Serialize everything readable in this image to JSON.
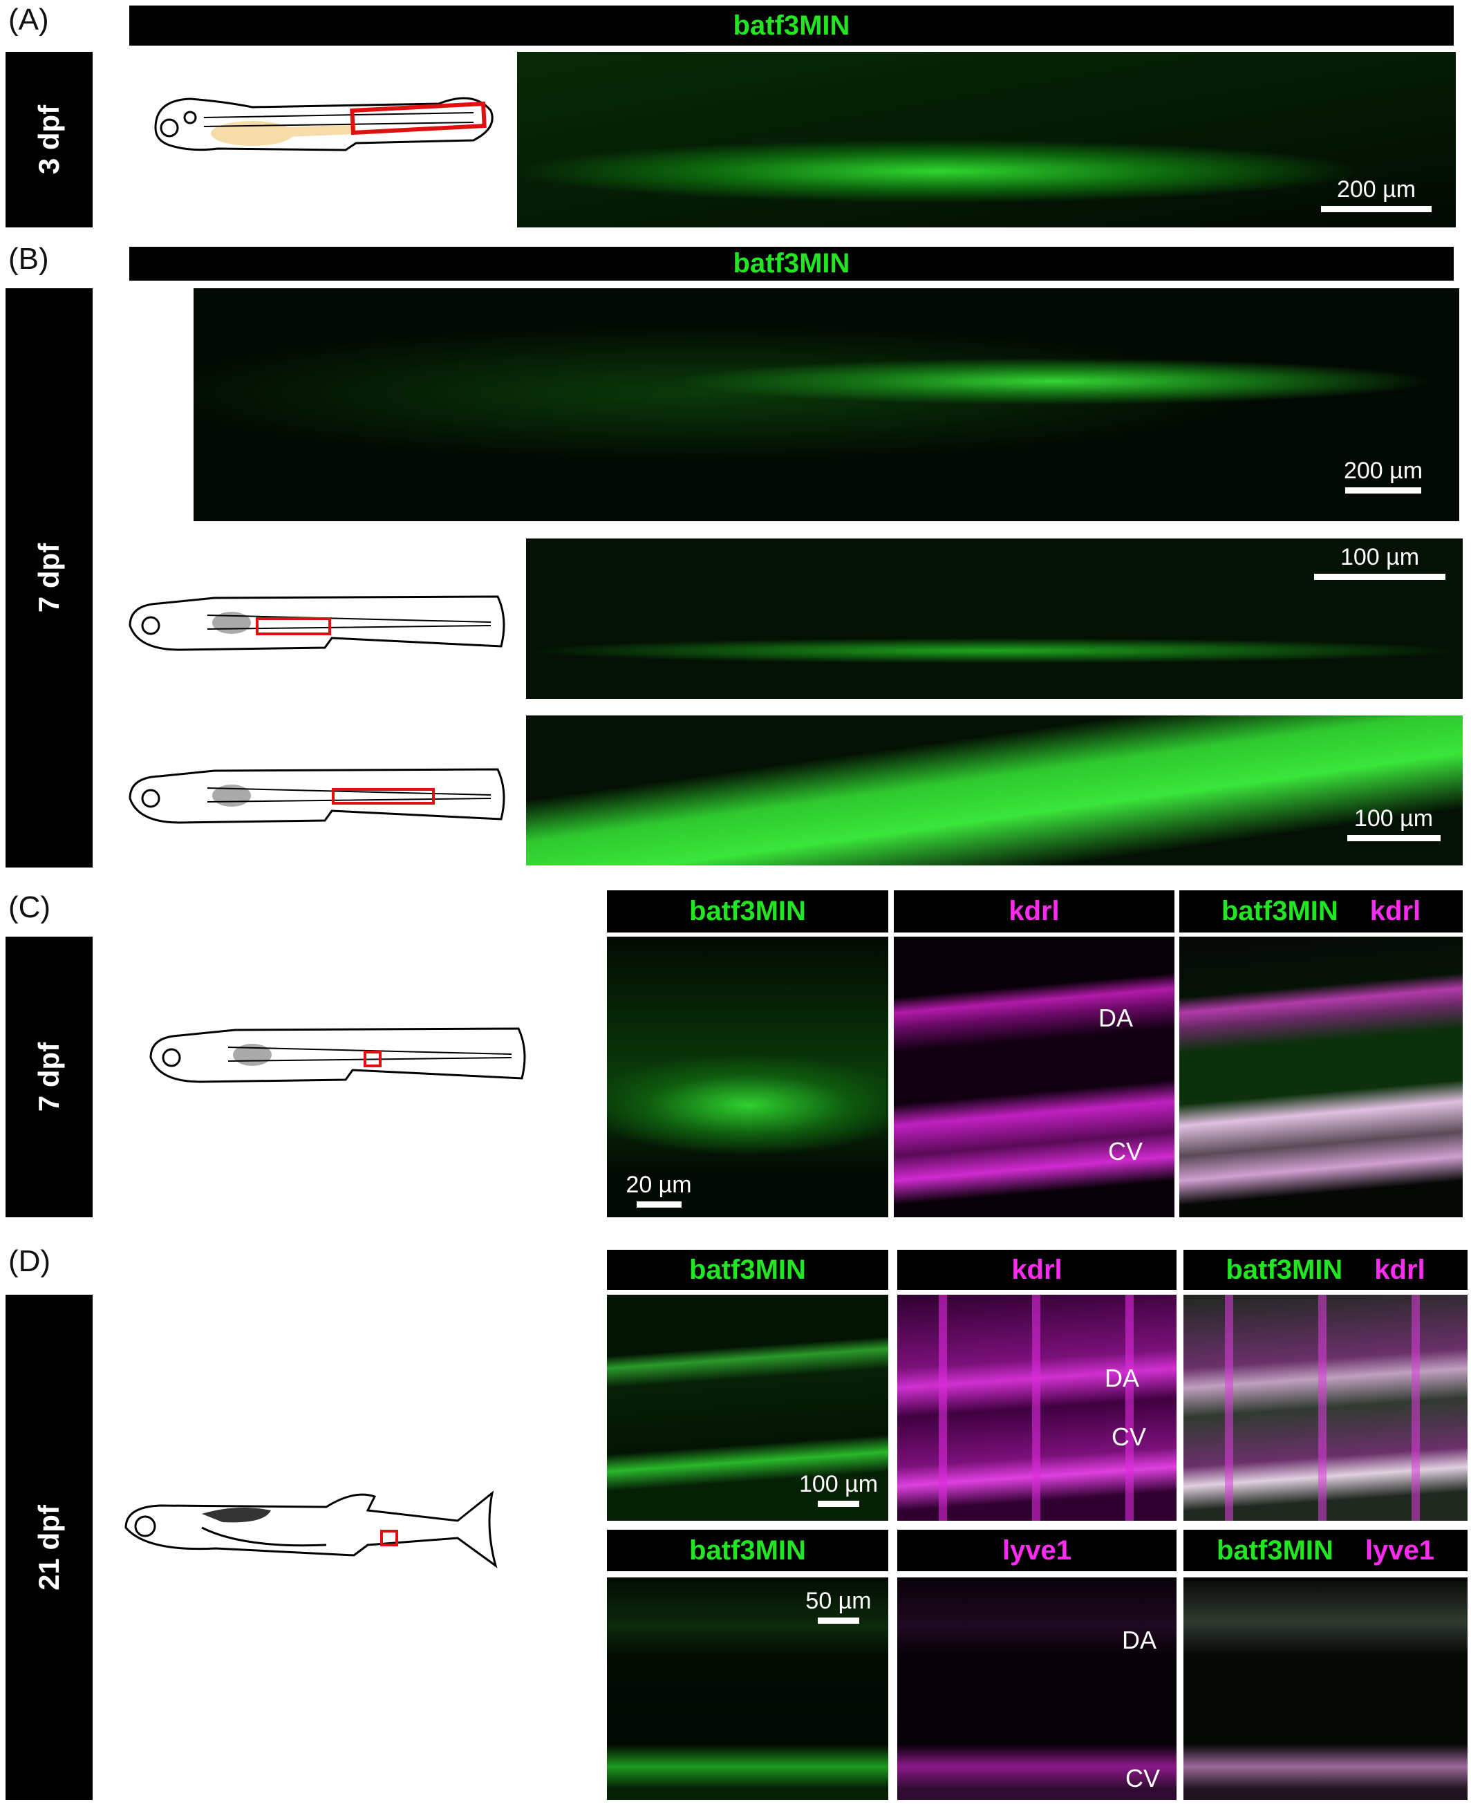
{
  "panels": {
    "A": {
      "label": "(A)",
      "stage": "3 dpf",
      "header": "batf3MIN",
      "scale": "200 µm"
    },
    "B": {
      "label": "(B)",
      "stage": "7 dpf",
      "header": "batf3MIN",
      "scale_main": "200 µm",
      "scale_sub1": "100 µm",
      "scale_sub2": "100 µm"
    },
    "C": {
      "label": "(C)",
      "stage": "7 dpf",
      "headers": {
        "green": "batf3MIN",
        "magenta": "kdrl",
        "merge_green": "batf3MIN",
        "merge_magenta": "kdrl"
      },
      "scale": "20 µm",
      "annotations": {
        "da": "DA",
        "cv": "CV"
      }
    },
    "D": {
      "label": "(D)",
      "stage": "21 dpf",
      "row1": {
        "green": "batf3MIN",
        "magenta": "kdrl",
        "merge_green": "batf3MIN",
        "merge_magenta": "kdrl",
        "scale": "100 µm",
        "da": "DA",
        "cv": "CV"
      },
      "row2": {
        "green": "batf3MIN",
        "magenta": "lyve1",
        "merge_green": "batf3MIN",
        "merge_magenta": "lyve1",
        "scale": "50 µm",
        "da": "DA",
        "cv": "CV"
      }
    }
  },
  "colors": {
    "green": "#22e622",
    "magenta": "#ff2bf0",
    "roi": "#e01010"
  }
}
